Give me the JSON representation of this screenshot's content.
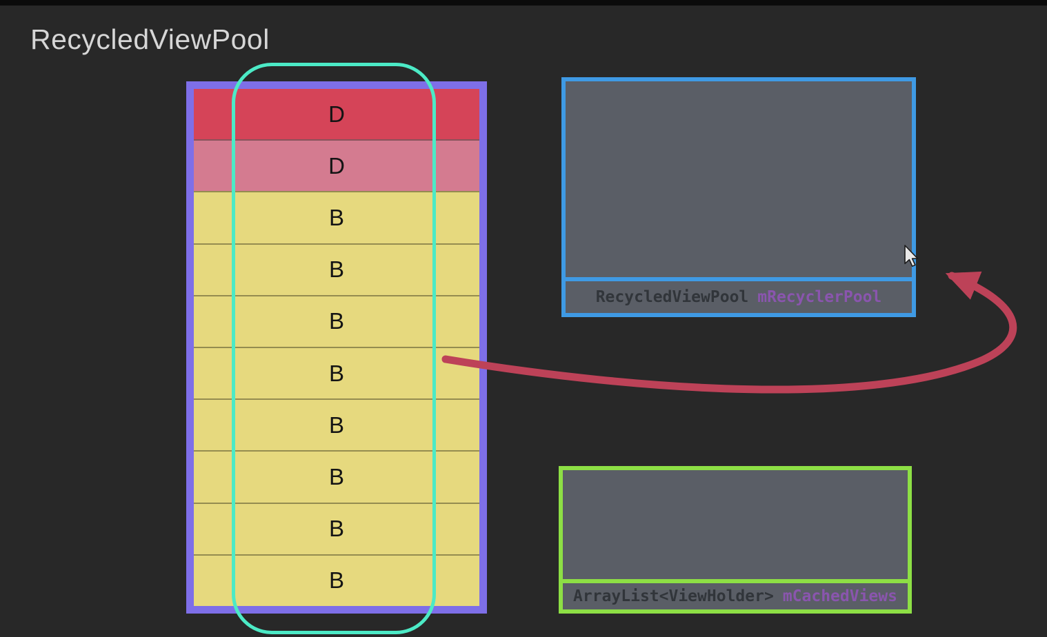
{
  "title": "RecycledViewPool",
  "list": {
    "rows": [
      {
        "label": "D",
        "type": "red"
      },
      {
        "label": "D",
        "type": "pink"
      },
      {
        "label": "B",
        "type": "yellow"
      },
      {
        "label": "B",
        "type": "yellow"
      },
      {
        "label": "B",
        "type": "yellow"
      },
      {
        "label": "B",
        "type": "yellow"
      },
      {
        "label": "B",
        "type": "yellow"
      },
      {
        "label": "B",
        "type": "yellow"
      },
      {
        "label": "B",
        "type": "yellow"
      },
      {
        "label": "B",
        "type": "yellow"
      }
    ]
  },
  "pool_box": {
    "class_name": "RecycledViewPool",
    "var_name": "mRecyclerPool"
  },
  "cache_box": {
    "class_name": "ArrayList<ViewHolder>",
    "var_name": "mCachedViews"
  },
  "colors": {
    "bg": "#282828",
    "title": "#d6d6d6",
    "frame-purple": "#7e6fe8",
    "row-red": "#d54458",
    "row-pink": "#d47b90",
    "row-yellow": "#e6d97e",
    "row-text": "#141414",
    "teal": "#4ceac6",
    "blue": "#3f9ae4",
    "green": "#8ddf45",
    "box-gray": "#5a5e66",
    "label-dark": "#31353a",
    "label-purple": "#8a55ae",
    "arrow-red": "#bd4258",
    "cursor-fill": "#e9e9e9",
    "cursor-stroke": "#1c1c1c"
  }
}
